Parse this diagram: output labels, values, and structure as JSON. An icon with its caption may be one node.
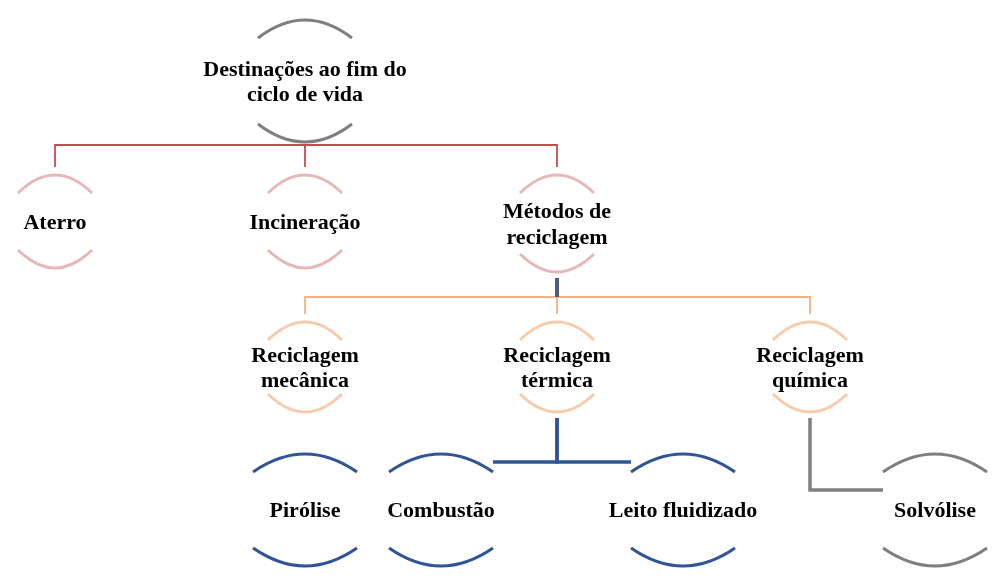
{
  "diagram": {
    "nodes": [
      {
        "text": [
          "Destinações ao fim do ciclo de vida"
        ]
      },
      {
        "text": [
          "Aterro"
        ]
      },
      {
        "text": [
          "Incineração"
        ]
      },
      {
        "text": [
          "Métodos de reciclagem"
        ]
      },
      {
        "text": [
          "Reciclagem mecânica"
        ]
      },
      {
        "text": [
          "Reciclagem térmica"
        ]
      },
      {
        "text": [
          "Reciclagem química"
        ]
      },
      {
        "text": [
          "Pirólise"
        ]
      },
      {
        "text": [
          "Combustão"
        ]
      },
      {
        "text": [
          "Leito fluidizado"
        ]
      },
      {
        "text": [
          "Solvólise"
        ]
      }
    ],
    "edges": [
      {
        "from": 0,
        "to": 1,
        "arrow": "none",
        "color": "#c0504d"
      },
      {
        "from": 0,
        "to": 2,
        "arrow": "none",
        "color": "#c0504d"
      },
      {
        "from": 0,
        "to": 3,
        "arrow": "none",
        "color": "#c0504d"
      },
      {
        "from": 3,
        "to": 4,
        "arrow": "none",
        "color": "#f4b183"
      },
      {
        "from": 3,
        "to": 5,
        "arrow": "none",
        "color": "#f4b183"
      },
      {
        "from": 3,
        "to": 6,
        "arrow": "none",
        "color": "#f4b183"
      },
      {
        "from": 5,
        "to": 8,
        "arrow": "none",
        "style": "thick",
        "color": "#2f5597"
      },
      {
        "from": 5,
        "to": 9,
        "arrow": "none",
        "style": "thick",
        "color": "#2f5597"
      },
      {
        "from": 6,
        "to": 10,
        "arrow": "none",
        "style": "thick",
        "color": "#7f7f7f"
      }
    ]
  }
}
